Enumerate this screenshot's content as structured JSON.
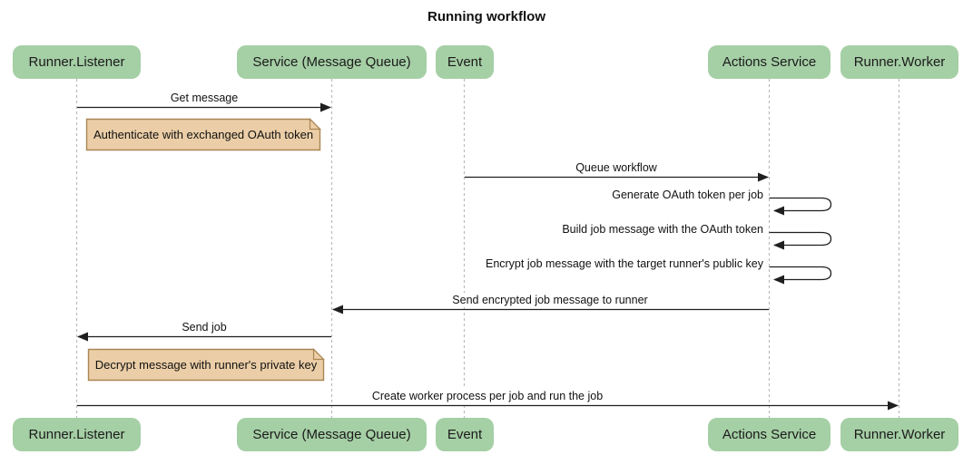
{
  "diagram_type": "sequence",
  "title": "Running workflow",
  "participants": [
    {
      "label": "Runner.Listener"
    },
    {
      "label": "Service (Message Queue)"
    },
    {
      "label": "Event"
    },
    {
      "label": "Actions Service"
    },
    {
      "label": "Runner.Worker"
    }
  ],
  "messages": [
    {
      "from": "Runner.Listener",
      "to": "Service (Message Queue)",
      "label": "Get message",
      "type": "solid-arrow"
    },
    {
      "from": "Event",
      "to": "Actions Service",
      "label": "Queue workflow",
      "type": "solid-arrow"
    },
    {
      "from": "Actions Service",
      "to": "Actions Service",
      "label": "Generate OAuth token per job",
      "type": "self-loop"
    },
    {
      "from": "Actions Service",
      "to": "Actions Service",
      "label": "Build job message with the OAuth token",
      "type": "self-loop"
    },
    {
      "from": "Actions Service",
      "to": "Actions Service",
      "label": "Encrypt job message with the target runner's public key",
      "type": "self-loop"
    },
    {
      "from": "Actions Service",
      "to": "Service (Message Queue)",
      "label": "Send encrypted job message to runner",
      "type": "solid-arrow"
    },
    {
      "from": "Service (Message Queue)",
      "to": "Runner.Listener",
      "label": "Send job",
      "type": "solid-arrow"
    },
    {
      "from": "Runner.Listener",
      "to": "Runner.Worker",
      "label": "Create worker process per job and run the job",
      "type": "solid-arrow"
    }
  ],
  "notes": [
    {
      "over": "Runner.Listener",
      "text": "Authenticate with exchanged OAuth token"
    },
    {
      "over": "Runner.Listener",
      "text": "Decrypt message with runner's private key"
    }
  ],
  "colors": {
    "participant_fill": "#A5CFA5",
    "participant_text": "#1b1b1b",
    "note_fill": "#EBCEA7",
    "note_border": "#AA8653",
    "line": "#1f1f1f",
    "lifeline": "#bbbbbb",
    "label_text": "#111111",
    "background": "#ffffff"
  }
}
